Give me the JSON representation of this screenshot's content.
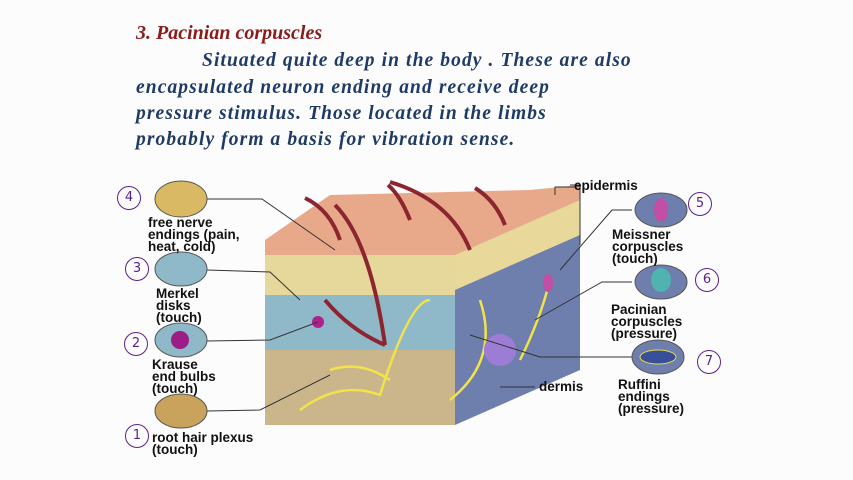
{
  "slide": {
    "heading": "3. Pacinian corpuscles",
    "body_lines": [
      "Situated quite deep in the body . These are also",
      "encapsulated neuron ending and receive deep",
      "pressure stimulus. Those located in the limbs",
      "probably  form a basis for vibration sense."
    ]
  },
  "diagram": {
    "layer_labels": {
      "epidermis": "epidermis",
      "dermis": "dermis"
    },
    "receptors": [
      {
        "number": "4",
        "label": "free nerve\nendings (pain,\nheat, cold)"
      },
      {
        "number": "3",
        "label": "Merkel\ndisks\n(touch)"
      },
      {
        "number": "2",
        "label": "Krause\nend bulbs\n(touch)"
      },
      {
        "number": "1",
        "label": "root hair plexus\n(touch)"
      },
      {
        "number": "5",
        "label": "Meissner\ncorpuscles\n(touch)"
      },
      {
        "number": "6",
        "label": "Pacinian\ncorpuscles\n(pressure)"
      },
      {
        "number": "7",
        "label": "Ruffini\nendings\n(pressure)"
      }
    ]
  }
}
